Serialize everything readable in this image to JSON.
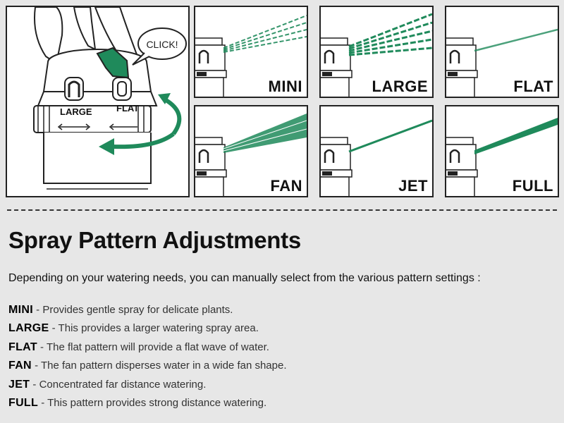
{
  "illustration": {
    "click_label": "CLICK!",
    "dial_left_label": "LARGE",
    "dial_right_label": "FLAT",
    "accent_color": "#1f8a5b"
  },
  "panels": [
    {
      "label": "MINI"
    },
    {
      "label": "LARGE"
    },
    {
      "label": "FLAT"
    },
    {
      "label": "FAN"
    },
    {
      "label": "JET"
    },
    {
      "label": "FULL"
    }
  ],
  "heading": "Spray Pattern Adjustments",
  "intro": "Depending on your watering needs, you can manually select from the various pattern settings :",
  "items": [
    {
      "term": "MINI",
      "desc": " - Provides gentle spray for delicate plants."
    },
    {
      "term": "LARGE",
      "desc": " - This provides a larger watering spray area."
    },
    {
      "term": "FLAT",
      "desc": " - The flat pattern will provide a flat wave of water."
    },
    {
      "term": "FAN",
      "desc": " - The fan pattern disperses water in a wide fan shape."
    },
    {
      "term": "JET",
      "desc": " - Concentrated far distance watering."
    },
    {
      "term": "FULL",
      "desc": " - This pattern provides strong distance watering."
    }
  ]
}
